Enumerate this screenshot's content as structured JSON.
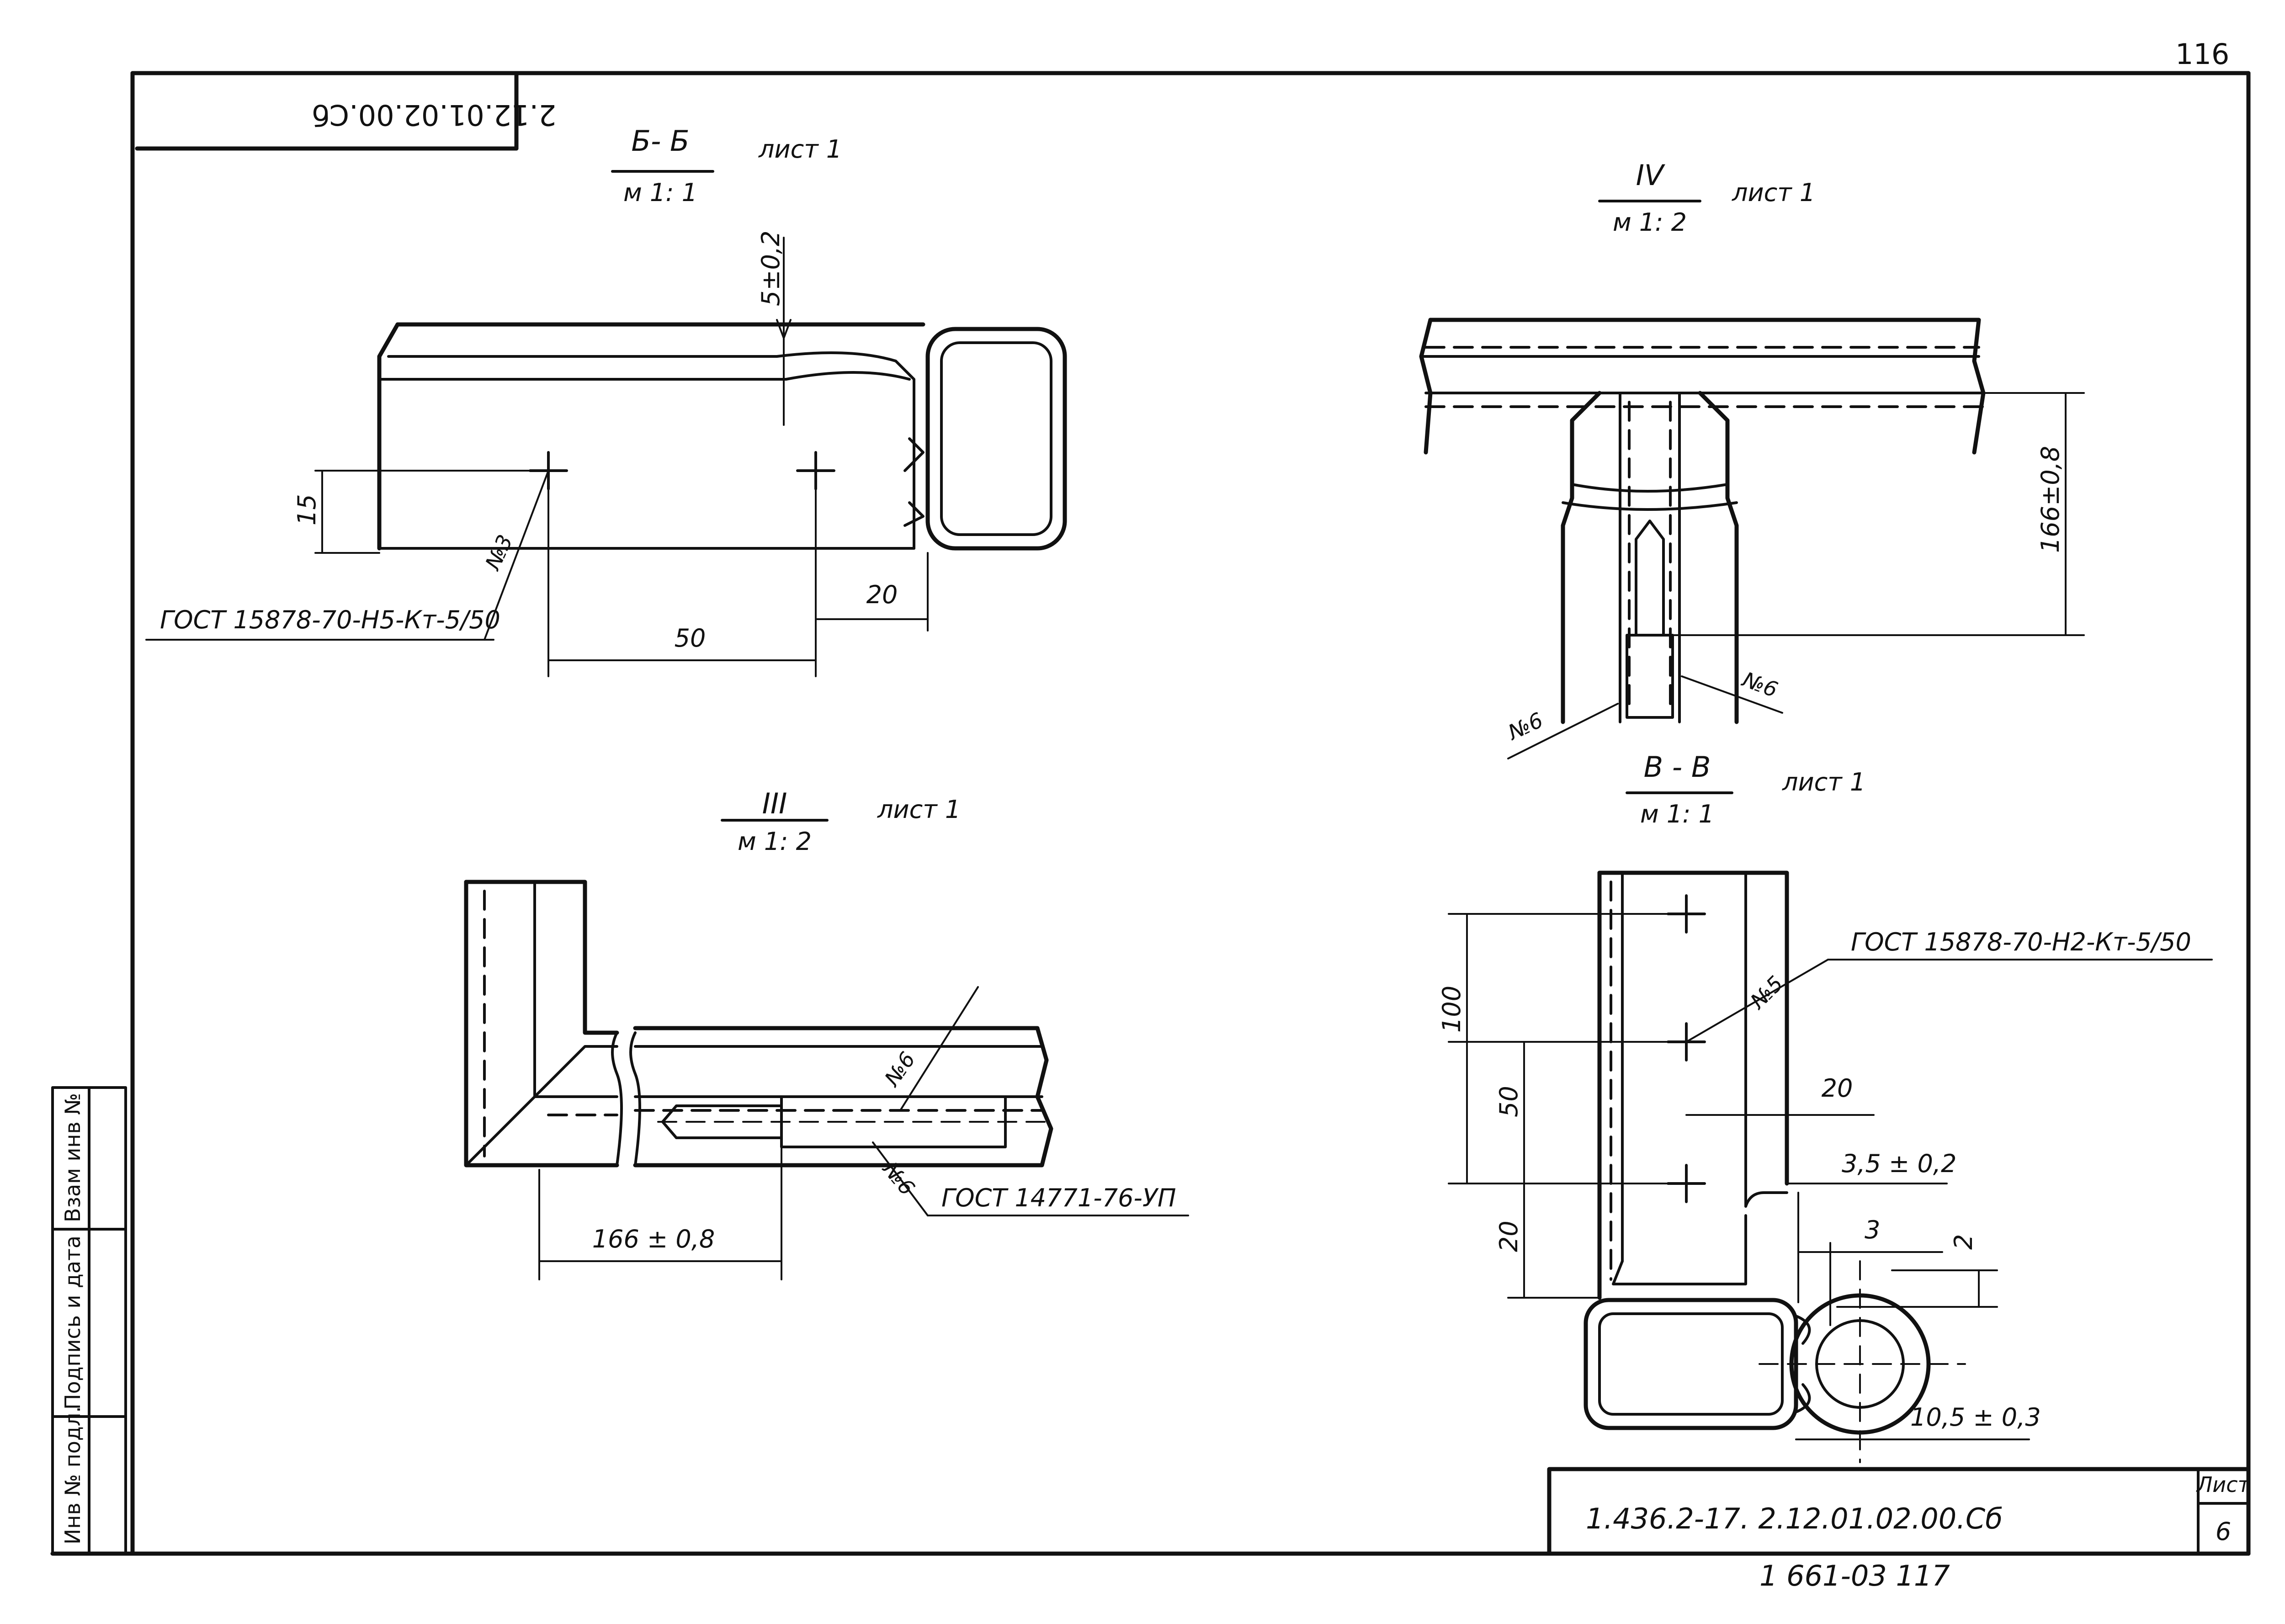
{
  "page_number": "116",
  "stamp_mirrored": "2.12.01.02.00.Сб",
  "sections": {
    "b_b": {
      "title": "Б- Б",
      "sheet": "лист 1",
      "scale": "м 1: 1"
    },
    "iv": {
      "title": "IV",
      "sheet": "лист 1",
      "scale": "м 1: 2"
    },
    "iii": {
      "title": "III",
      "sheet": "лист 1",
      "scale": "м 1: 2"
    },
    "v_v": {
      "title": "В - В",
      "sheet": "лист 1",
      "scale": "м 1: 1"
    }
  },
  "dims_bb": {
    "d_5": "5±0,2",
    "d_15": "15",
    "d_20": "20",
    "d_50": "50",
    "weld": "№3",
    "gost": "ГОСТ 15878-70-Н5-Кт-5/50"
  },
  "dims_iv": {
    "d_166": "166±0,8",
    "weld_left": "№6",
    "weld_right": "№6"
  },
  "dims_iii": {
    "weld_top": "№6",
    "weld_bottom": "№6",
    "gost": "ГОСТ 14771-76-УП",
    "d_166": "166 ± 0,8"
  },
  "dims_vv": {
    "gost": "ГОСТ 15878-70-Н2-Кт-5/50",
    "weld": "№5",
    "d_100": "100",
    "d_50": "50",
    "d_20_left": "20",
    "d_20_top": "20",
    "d_35": "3,5 ± 0,2",
    "d_3": "3",
    "d_2": "2",
    "d_105": "10,5 ± 0,3"
  },
  "side_stamp": {
    "col1": "Инв № подл.",
    "col2": "Подпись и дата",
    "col3": "Взам инв №"
  },
  "title_block": {
    "doc_code": "1.436.2-17.   2.12.01.02.00.Сб",
    "sheet_label": "Лист",
    "sheet_value": "6",
    "footer_code": "1 661-03   117"
  }
}
